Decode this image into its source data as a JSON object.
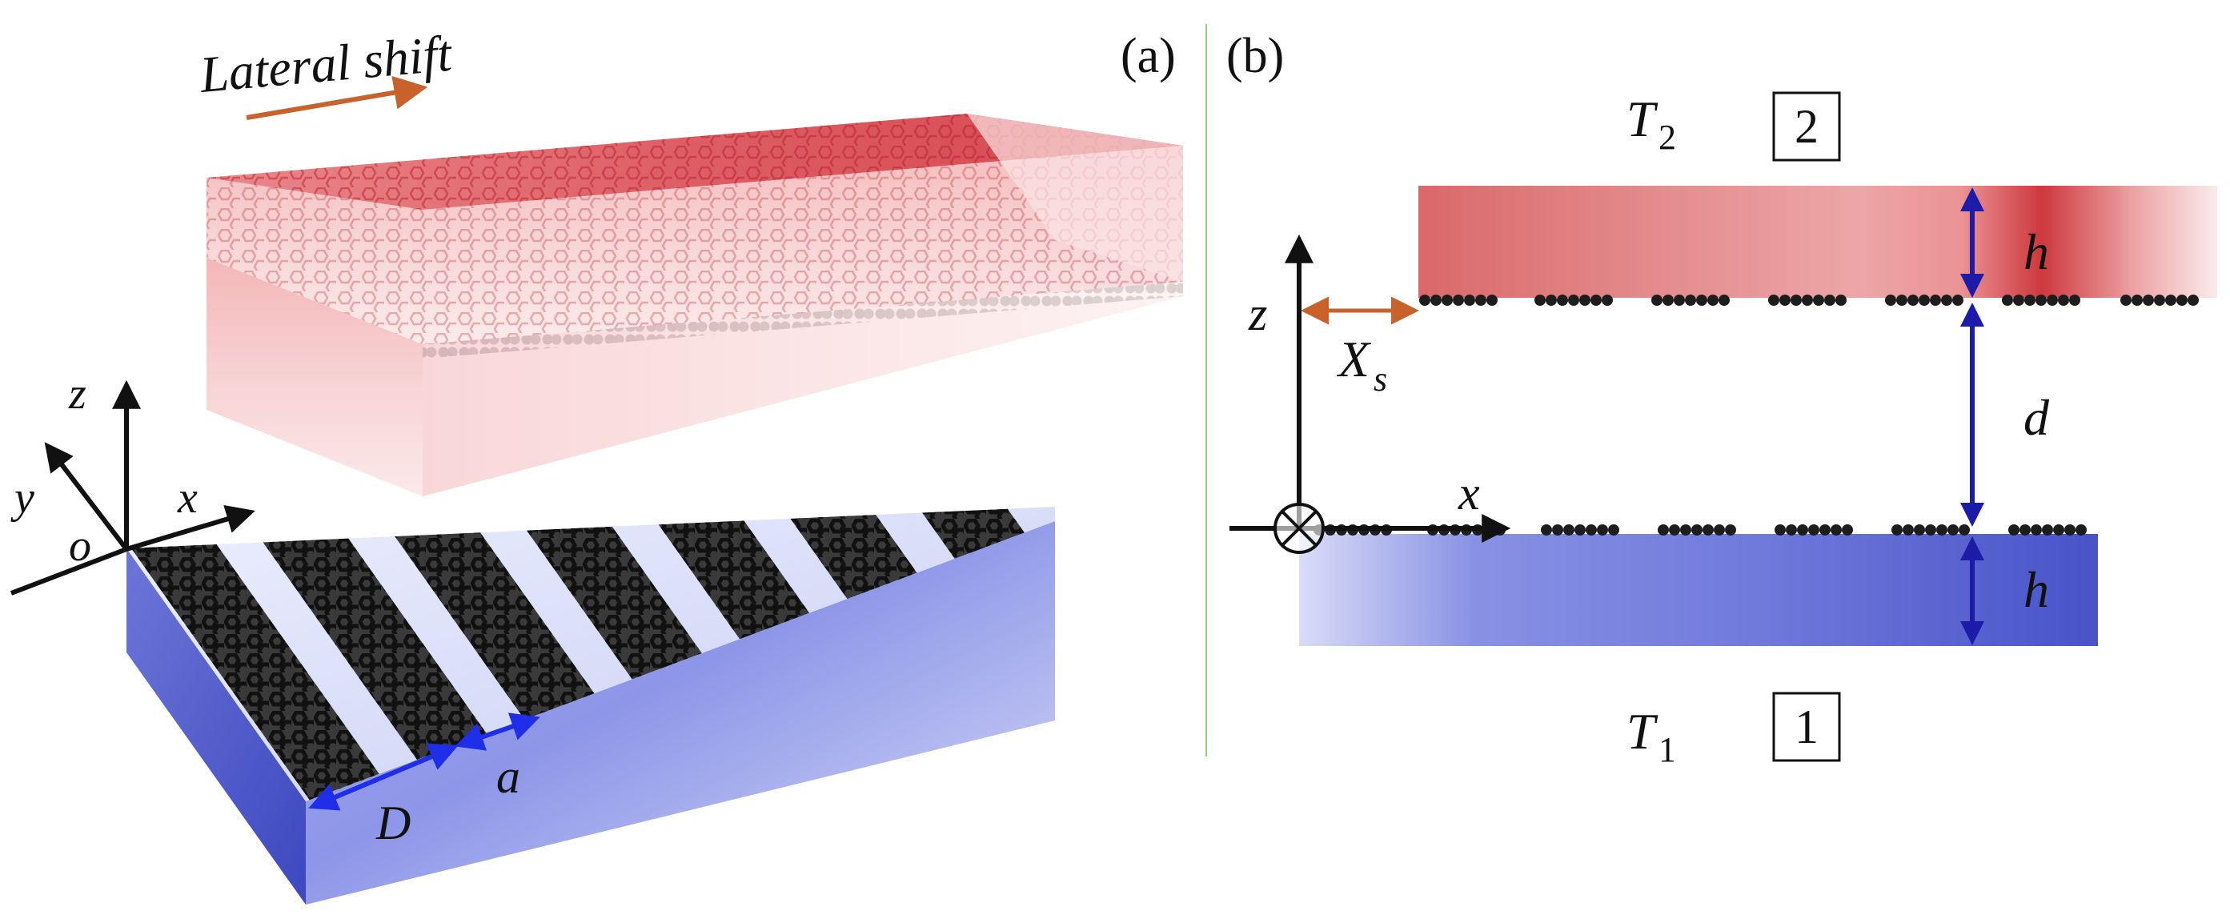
{
  "panel_a": {
    "label": "(a)",
    "shift_label": "Lateral shift",
    "axis_z": "z",
    "axis_y": "y",
    "axis_x": "x",
    "origin": "o",
    "period_label": "D",
    "width_label": "a"
  },
  "panel_b": {
    "label": "(b)",
    "top_temp_main": "T",
    "top_temp_sub": "2",
    "top_index": "2",
    "bottom_temp_main": "T",
    "bottom_temp_sub": "1",
    "bottom_index": "1",
    "thickness_top": "h",
    "thickness_bottom": "h",
    "gap": "d",
    "shift_main": "X",
    "shift_sub": "s",
    "axis_z": "z",
    "axis_x": "x"
  },
  "colors": {
    "top_slab": "#d9454f",
    "bottom_slab": "#4a55c8",
    "shift_arrow": "#c8622a",
    "dimension_arrow": "#1c1ca8",
    "period_arrow": "#1f2ee8",
    "divider": "#9ccc8a",
    "graphene": "#1a1a1a"
  }
}
